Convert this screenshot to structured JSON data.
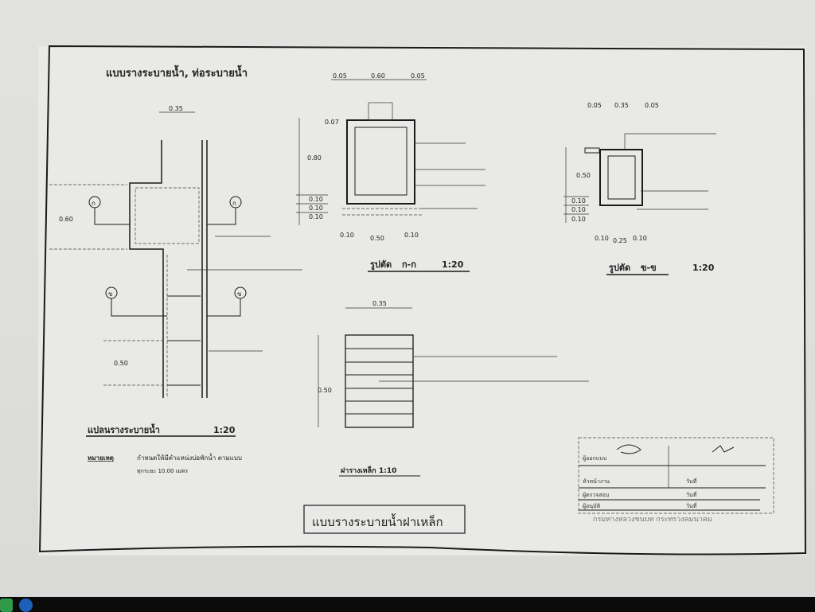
{
  "drawing": {
    "header_title": "แบบรางระบายน้ำ, ท่อระบายน้ำ",
    "main_title": "แบบรางระบายน้ำฝาเหล็ก",
    "plan": {
      "title": "แปลนรางระบายน้ำ",
      "scale": "1:20",
      "dims": {
        "top_width": "0.35",
        "catch_length": "0.60",
        "channel_length": "0.50"
      },
      "section_marks": [
        "ก",
        "ก",
        "ข",
        "ข"
      ]
    },
    "note": {
      "label": "หมายเหตุ",
      "line1": "กำหนดให้มีตำแหน่งบ่อพักน้ำ ตามแบบ",
      "line2": "ทุกระยะ 10.00 เมตร"
    },
    "section_a": {
      "title": "รูปตัด",
      "mark": "ก-ก",
      "scale": "1:20",
      "dims": {
        "top_left": "0.05",
        "top_mid": "0.60",
        "top_right": "0.05",
        "cover": "0.07",
        "height": "0.80",
        "b1": "0.10",
        "b2": "0.10",
        "b3": "0.10",
        "bot_left": "0.10",
        "bot_mid": "0.50",
        "bot_right": "0.10"
      }
    },
    "section_b": {
      "title": "รูปตัด",
      "mark": "ข-ข",
      "scale": "1:20",
      "dims": {
        "top_left": "0.05",
        "top_mid": "0.35",
        "top_right": "0.05",
        "height": "0.50",
        "b1": "0.10",
        "b2": "0.10",
        "b3": "0.10",
        "bot_left": "0.10",
        "bot_mid": "0.25",
        "bot_right": "0.10"
      }
    },
    "cover": {
      "title": "ฝารางเหล็ก",
      "scale": "1:10",
      "width": "0.35",
      "height": "0.50"
    },
    "title_block": {
      "rows": [
        "ผู้ออกแบบ",
        "หัวหน้างาน",
        "ผู้ตรวจสอบ",
        "ผู้อนุมัติ"
      ],
      "date_label": "วันที่",
      "footer": "กรมทางหลวงชนบท กระทรวงคมนาคม"
    }
  }
}
